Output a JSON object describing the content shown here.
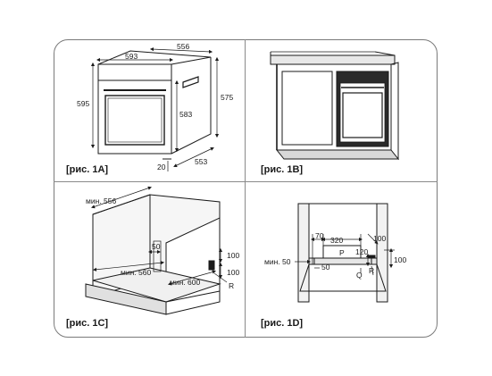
{
  "captions": {
    "fig1a": "[рис. 1A]",
    "fig1b": "[рис. 1B]",
    "fig1c": "[рис. 1C]",
    "fig1d": "[рис. 1D]"
  },
  "fig1a": {
    "dim_top": "556",
    "dim_front": "593",
    "dim_left_height": "595",
    "dim_right_height": "575",
    "dim_inner_height": "583",
    "dim_bottom": "20",
    "dim_depth": "553"
  },
  "fig1c": {
    "dim_min_width": "мин. 556",
    "dim_50": "50",
    "dim_min_560": "мин. 560",
    "dim_min_600": "мин. 600",
    "dim_100_top": "100",
    "dim_100_bottom": "100",
    "label_r": "R"
  },
  "fig1d": {
    "dim_70": "70",
    "dim_320": "320",
    "dim_100_right": "100",
    "dim_120": "120",
    "dim_100_side": "100",
    "dim_min_50": "мин. 50",
    "dim_50": "50",
    "label_p": "P",
    "label_q": "Q",
    "label_r": "R"
  }
}
